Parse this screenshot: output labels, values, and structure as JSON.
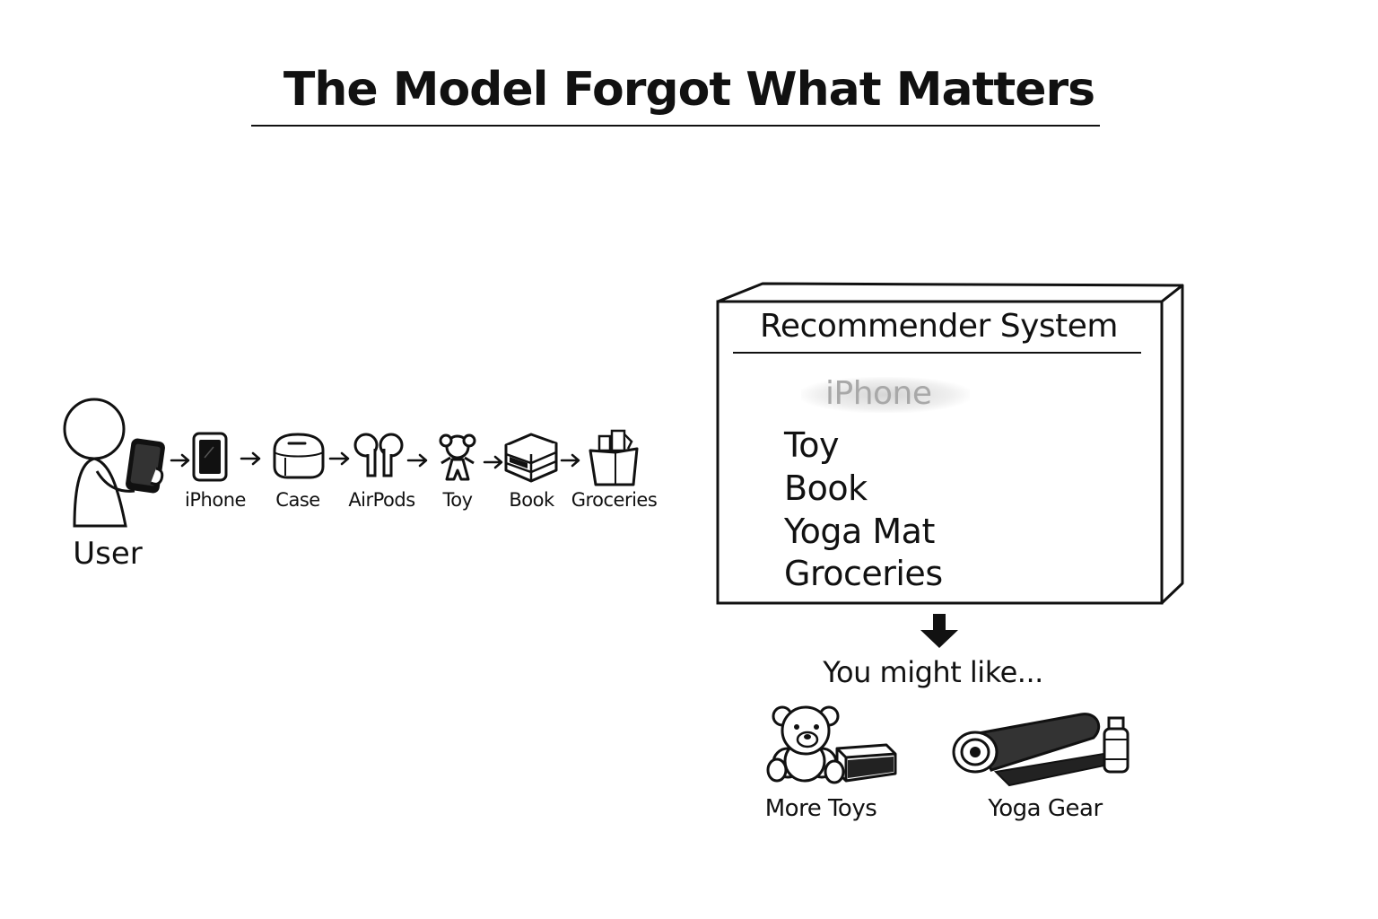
{
  "title": "The Model Forgot What Matters",
  "user": {
    "label": "User"
  },
  "sequence": {
    "items": [
      {
        "label": "iPhone",
        "icon": "phone-icon"
      },
      {
        "label": "Case",
        "icon": "case-icon"
      },
      {
        "label": "AirPods",
        "icon": "airpods-icon"
      },
      {
        "label": "Toy",
        "icon": "toy-icon"
      },
      {
        "label": "Book",
        "icon": "book-icon"
      },
      {
        "label": "Groceries",
        "icon": "grocery-bag-icon"
      }
    ]
  },
  "recommender": {
    "title": "Recommender System",
    "forgotten_item": "iPhone",
    "items": [
      "Toy",
      "Book",
      "Yoga Mat",
      "Groceries"
    ]
  },
  "output": {
    "heading": "You might like...",
    "recommendations": [
      {
        "label": "More Toys",
        "icon": "teddy-bear-icon"
      },
      {
        "label": "Yoga Gear",
        "icon": "yoga-mat-icon"
      }
    ]
  },
  "colors": {
    "ink": "#111111",
    "faded": "#a8a8a8",
    "background": "#ffffff"
  }
}
